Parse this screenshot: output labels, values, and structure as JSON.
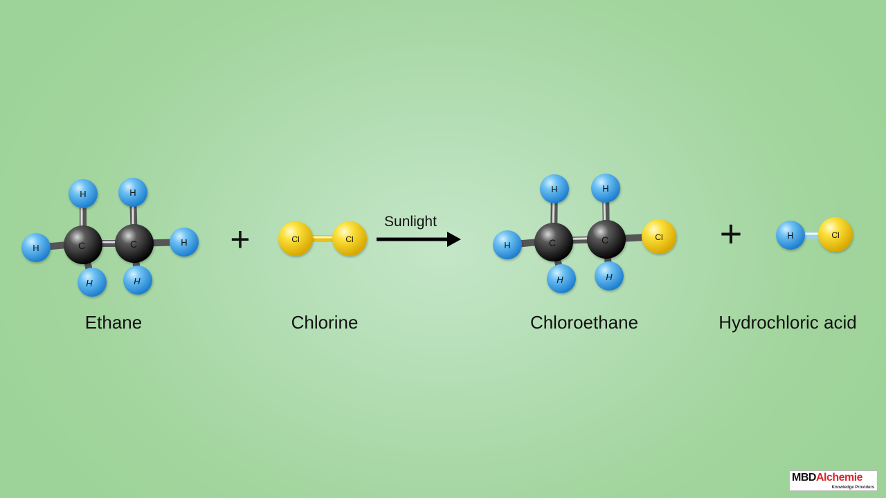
{
  "reaction": {
    "reactant1": "Ethane",
    "reactant2": "Chlorine",
    "condition": "Sunlight",
    "product1": "Chloroethane",
    "product2": "Hydrochloric acid",
    "plus_symbol": "+"
  },
  "atoms": {
    "carbon": "C",
    "hydrogen": "H",
    "chlorine": "Cl"
  },
  "colors": {
    "hydrogen": "#4aa8ea",
    "carbon": "#222222",
    "chlorine": "#f2d21a",
    "background": "#a3d59e"
  },
  "logo": {
    "part1": "MBD",
    "part2": "Alchemie",
    "tagline": "Knowledge Providers"
  }
}
